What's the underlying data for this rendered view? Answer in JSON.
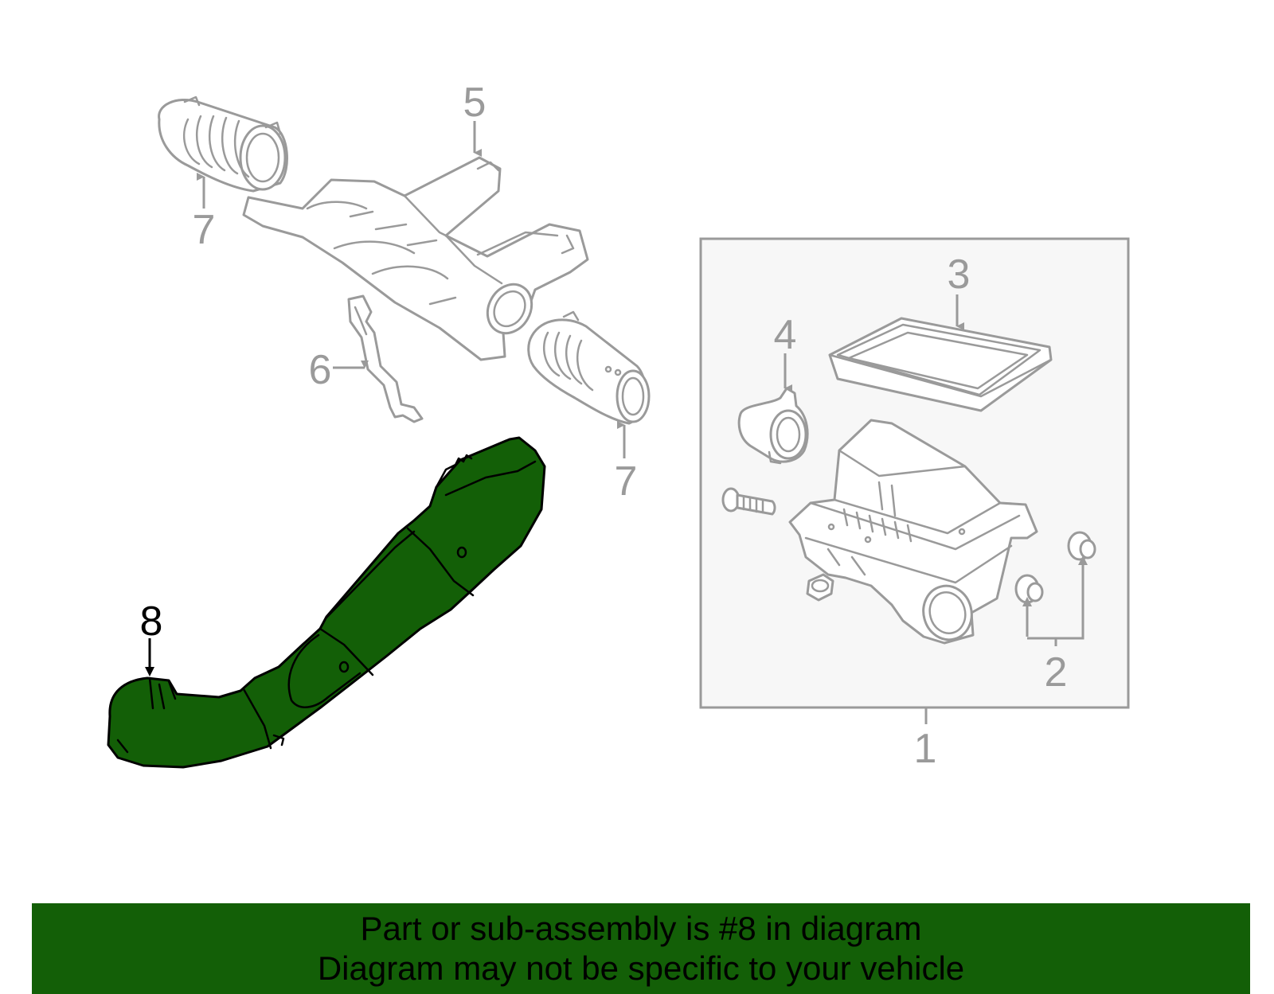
{
  "colors": {
    "highlight": "#135f07",
    "line": "#9a9a9a",
    "box_fill": "#f7f7f7",
    "banner": "#135f07"
  },
  "callouts": {
    "c1": "1",
    "c2": "2",
    "c3": "3",
    "c4": "4",
    "c5": "5",
    "c6": "6",
    "c7a": "7",
    "c7b": "7",
    "c8": "8"
  },
  "highlighted_part": "8",
  "banner": {
    "line1": "Part or sub-assembly is #8 in diagram",
    "line2": "Diagram may not be specific to your vehicle"
  }
}
